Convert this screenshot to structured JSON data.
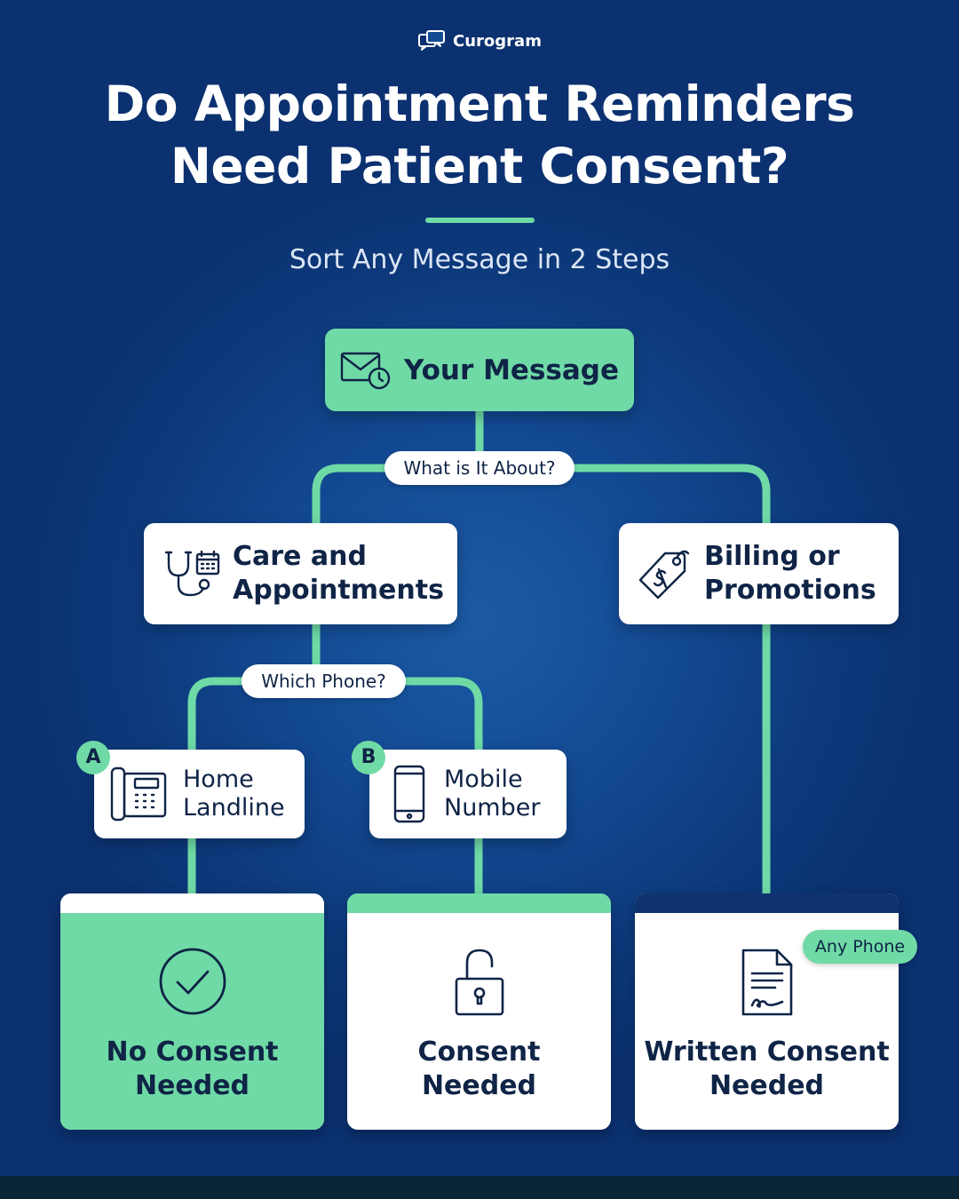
{
  "brand": {
    "name": "Curogram",
    "icon": "chat-bubbles-icon"
  },
  "title": {
    "line1": "Do Appointment Reminders",
    "line2": "Need Patient Consent?"
  },
  "subtitle": "Sort Any Message in 2 Steps",
  "colors": {
    "background": "#0d3a7c",
    "accent": "#6fdaa6",
    "text_dark": "#0f2446",
    "card": "#ffffff",
    "navy": "#10336f"
  },
  "flow": {
    "root": {
      "label": "Your Message",
      "icon": "envelope-clock-icon"
    },
    "question1": "What is It About?",
    "care": {
      "line1": "Care and",
      "line2": "Appointments",
      "icon": "stethoscope-calendar-icon"
    },
    "billing": {
      "line1": "Billing or",
      "line2": "Promotions",
      "icon": "price-tag-dollar-icon"
    },
    "question2": "Which Phone?",
    "home": {
      "badge": "A",
      "line1": "Home",
      "line2": "Landline",
      "icon": "desk-phone-icon"
    },
    "mobile": {
      "badge": "B",
      "line1": "Mobile",
      "line2": "Number",
      "icon": "smartphone-icon"
    },
    "results": [
      {
        "line1": "No Consent",
        "line2": "Needed",
        "icon": "check-circle-icon"
      },
      {
        "line1": "Consent",
        "line2": "Needed",
        "icon": "unlocked-padlock-icon"
      },
      {
        "line1": "Written Consent",
        "line2": "Needed",
        "icon": "signed-document-icon",
        "tag": "Any Phone"
      }
    ]
  }
}
